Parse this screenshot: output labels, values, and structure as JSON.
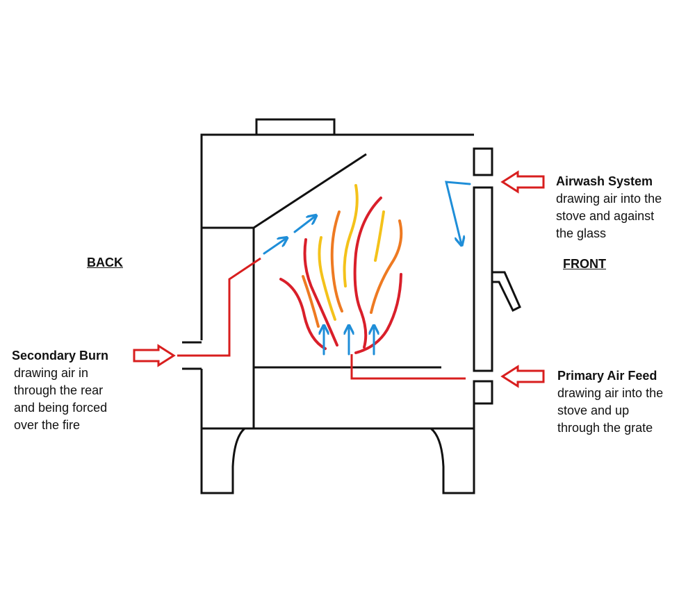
{
  "colors": {
    "outline": "#111111",
    "air_arrow_red": "#d81e1e",
    "air_flow_blue": "#1f8ed8",
    "flame_red": "#d91f2a",
    "flame_orange": "#ee7a22",
    "flame_yellow": "#f4c21a"
  },
  "icons": [
    "red-outline-arrow-icon",
    "blue-arrow-icon",
    "stove-handle-icon"
  ],
  "sides": {
    "back": "BACK",
    "front": "FRONT"
  },
  "labels": {
    "airwash": {
      "title": "Airwash System",
      "lines": [
        "drawing air into the",
        "stove and against",
        "the glass"
      ]
    },
    "secondary": {
      "title": "Secondary Burn",
      "lines": [
        "drawing air in",
        "through the rear",
        "and being forced",
        "over the fire"
      ]
    },
    "primary": {
      "title": "Primary Air Feed",
      "lines": [
        "drawing air into the",
        "stove and up",
        "through the grate"
      ]
    }
  }
}
